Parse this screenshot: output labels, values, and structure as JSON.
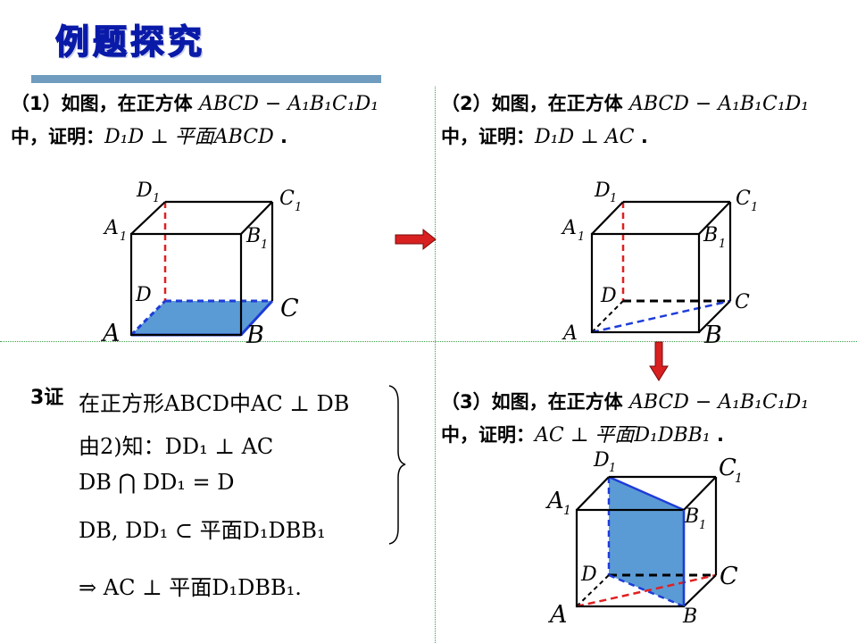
{
  "title": "例题探究",
  "problem1": {
    "line1_text": "（1）如图，在正方体",
    "line1_math": "ABCD − A₁B₁C₁D₁",
    "line2_text": "中，证明：",
    "line2_math": "D₁D ⊥ 平面ABCD",
    "line2_end": "."
  },
  "problem2": {
    "line1_text": "（2）如图，在正方体",
    "line1_math": "ABCD − A₁B₁C₁D₁",
    "line2_text": "中，证明：",
    "line2_math": "D₁D ⊥ AC",
    "line2_end": "."
  },
  "problem3": {
    "line1_text": "（3）如图，在正方体",
    "line1_math": "ABCD − A₁B₁C₁D₁",
    "line2_text": "中，证明：",
    "line2_math": "AC ⊥ 平面D₁DBB₁",
    "line2_end": "."
  },
  "proof": {
    "tag": "3证",
    "lines": [
      "在正方形ABCD中AC ⊥ DB",
      "由2)知：DD₁ ⊥ AC",
      "DB ⋂ DD₁ = D",
      "DB, DD₁ ⊂ 平面D₁DBB₁",
      "⇒ AC ⊥ 平面D₁DBB₁."
    ]
  },
  "labels": {
    "A": "A",
    "B": "B",
    "C": "C",
    "D": "D",
    "A1": "A",
    "B1": "B",
    "C1": "C",
    "D1": "D",
    "sub1": "1"
  },
  "colors": {
    "title": "#0a1aa8",
    "title_bar": "#6f9cbf",
    "face_fill": "#5b9bd5",
    "dashed_red": "#e02020",
    "dashed_blue": "#1e3cd8",
    "arrow": "#d82020",
    "grid": "#3aa04a"
  }
}
